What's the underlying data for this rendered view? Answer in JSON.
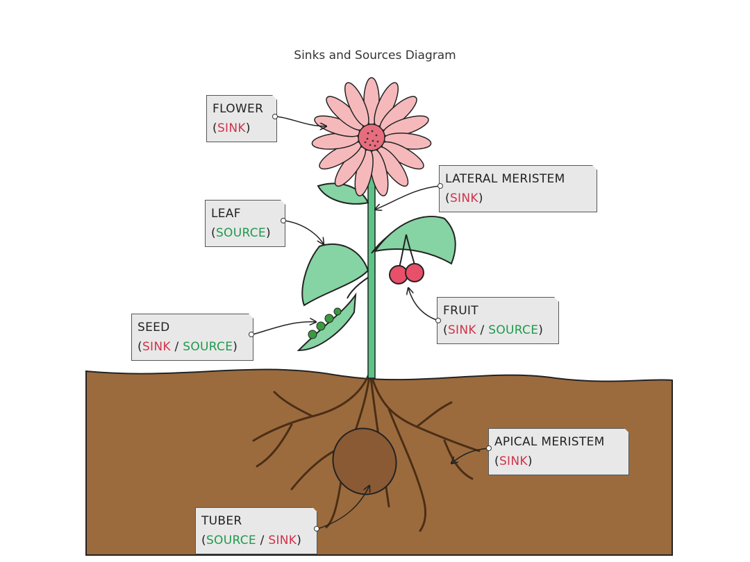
{
  "title": "Sinks and Sources Diagram",
  "labels": {
    "flower": {
      "name": "FLOWER",
      "open": "(",
      "t1": "SINK",
      "close": ")"
    },
    "lateral": {
      "name": "LATERAL  MERISTEM",
      "open": "(",
      "t1": "SINK",
      "close": ")"
    },
    "leaf": {
      "name": "LEAF",
      "open": "(",
      "t1": "SOURCE",
      "close": ")"
    },
    "seed": {
      "name": "SEED",
      "open": "(",
      "t1": "SINK",
      "sep": " / ",
      "t2": "SOURCE",
      "close": ")"
    },
    "fruit": {
      "name": "FRUIT",
      "open": "(",
      "t1": "SINK",
      "sep": " / ",
      "t2": "SOURCE",
      "close": ")"
    },
    "apical": {
      "name": "APICAL  MERISTEM",
      "open": "(",
      "t1": "SINK",
      "close": ")"
    },
    "tuber": {
      "name": "TUBER",
      "open": "(",
      "t1": "SOURCE",
      "sep": " / ",
      "t2": "SINK",
      "close": ")"
    }
  },
  "colors": {
    "sink": "#d1324a",
    "source": "#1f9a4c",
    "soil": "#9b6b3e",
    "petal": "#f6b9bb",
    "leaf": "#86d3a3",
    "stem": "#5cc487",
    "fruit": "#e8506a",
    "tuber": "#8a5a35"
  }
}
